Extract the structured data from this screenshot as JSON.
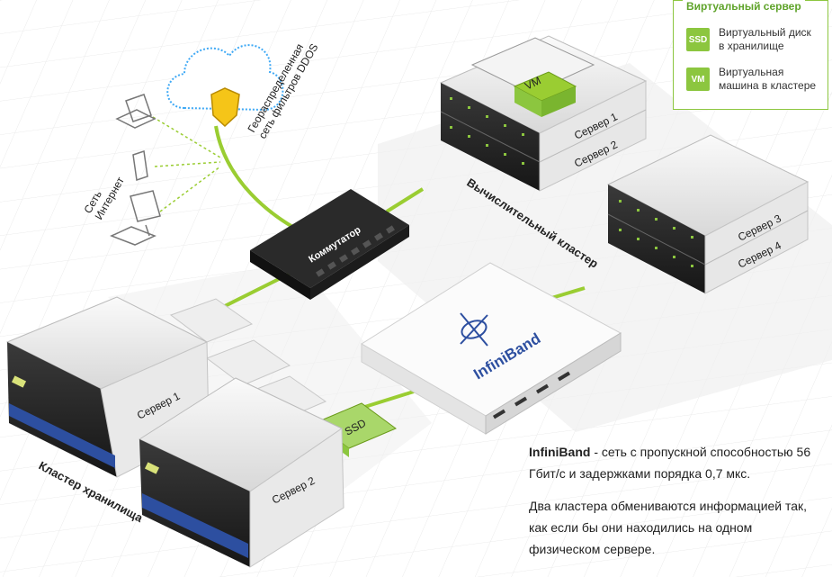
{
  "cloud": {
    "label_line1": "Георaспределенная",
    "label_line2": "сеть фильтров DDOS"
  },
  "internet": {
    "label_line1": "Сеть",
    "label_line2": "Интернет"
  },
  "switch": {
    "label": "Коммутатор"
  },
  "compute_cluster": {
    "label": "Вычислительный кластер",
    "vm_label": "VM",
    "servers": [
      "Сервер 1",
      "Сервер 2",
      "Сервер 3",
      "Сервер 4"
    ]
  },
  "storage_cluster": {
    "label": "Кластер хранилища",
    "servers": [
      "Сервер 1",
      "Сервер 2"
    ],
    "ssd_label": "SSD"
  },
  "infiniband": {
    "label": "InfiniBand"
  },
  "legend": {
    "title": "Виртуальный сервер",
    "items": [
      {
        "badge": "SSD",
        "line1": "Виртуальный диск",
        "line2": "в хранилище"
      },
      {
        "badge": "VM",
        "line1": "Виртуальная",
        "line2": "машина в кластере"
      }
    ]
  },
  "description": {
    "p1_bold": "InfiniBand",
    "p1_rest": " - сеть с пропускной способностью 56 Гбит/с и задержками порядка 0,7 мкс.",
    "p2": "Два кластера обмениваются информацией так, как если бы они находились на одном физическом сервере."
  },
  "colors": {
    "accent": "#8cc63f",
    "link": "#9acd32",
    "shield": "#f5c518",
    "blue_stripe": "#2d4fa0"
  }
}
